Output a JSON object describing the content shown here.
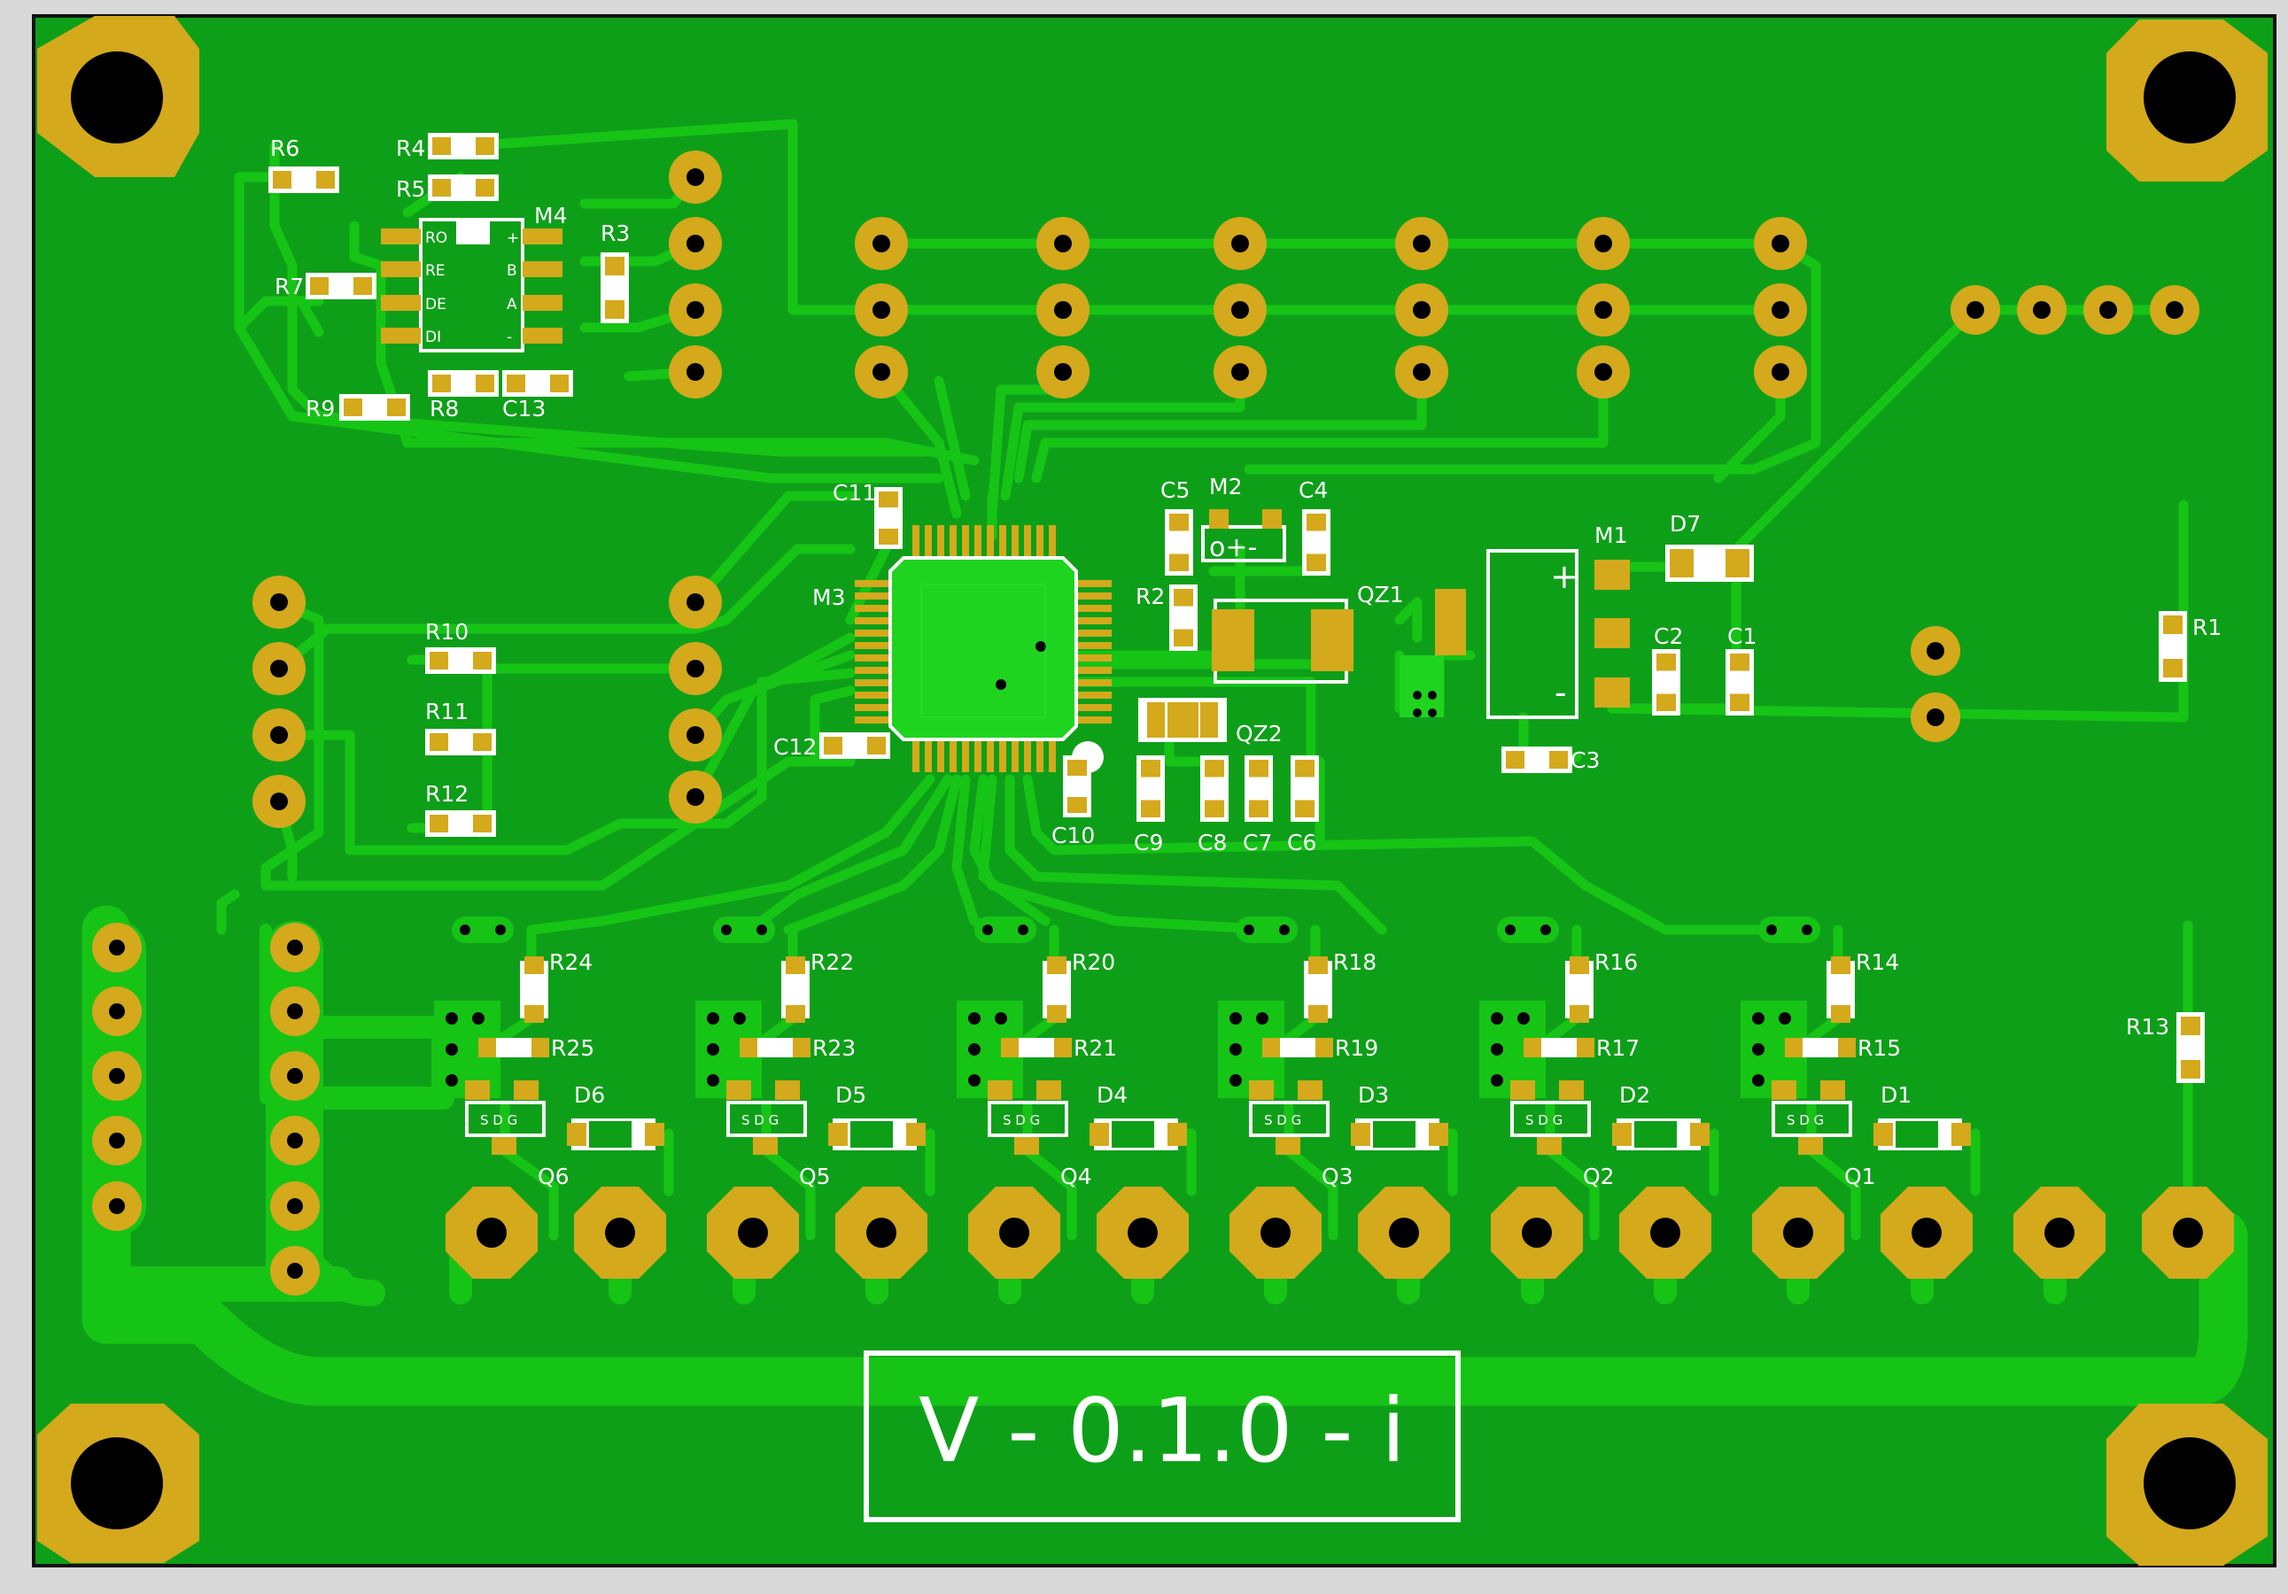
{
  "board": {
    "version_label": "V - 0.1.0 - i",
    "colors": {
      "board": "#0e9f19",
      "copper_pad": "#d4a91c",
      "track": "#16c416",
      "silk": "#ffffff",
      "outline": "#111111"
    }
  },
  "labels": {
    "R1": "R1",
    "R2": "R2",
    "R3": "R3",
    "R4": "R4",
    "R5": "R5",
    "R6": "R6",
    "R7": "R7",
    "R8": "R8",
    "R9": "R9",
    "R10": "R10",
    "R11": "R11",
    "R12": "R12",
    "R13": "R13",
    "R14": "R14",
    "R15": "R15",
    "R16": "R16",
    "R17": "R17",
    "R18": "R18",
    "R19": "R19",
    "R20": "R20",
    "R21": "R21",
    "R22": "R22",
    "R23": "R23",
    "R24": "R24",
    "R25": "R25",
    "C1": "C1",
    "C2": "C2",
    "C3": "C3",
    "C4": "C4",
    "C5": "C5",
    "C6": "C6",
    "C7": "C7",
    "C8": "C8",
    "C9": "C9",
    "C10": "C10",
    "C11": "C11",
    "C12": "C12",
    "C13": "C13",
    "D1": "D1",
    "D2": "D2",
    "D3": "D3",
    "D4": "D4",
    "D5": "D5",
    "D6": "D6",
    "D7": "D7",
    "Q1": "Q1",
    "Q2": "Q2",
    "Q3": "Q3",
    "Q4": "Q4",
    "Q5": "Q5",
    "Q6": "Q6",
    "M1": "M1",
    "M2": "M2",
    "M3": "M3",
    "M4": "M4",
    "QZ1": "QZ1",
    "QZ2": "QZ2"
  },
  "m4_pins": {
    "left": [
      "RO",
      "RE",
      "DE",
      "DI"
    ],
    "right": [
      "+",
      "B",
      "A",
      "-"
    ]
  },
  "m1_marks": {
    "plus": "+",
    "minus": "-"
  },
  "m2_mark": "o+-",
  "transistor_pins": "S D G"
}
